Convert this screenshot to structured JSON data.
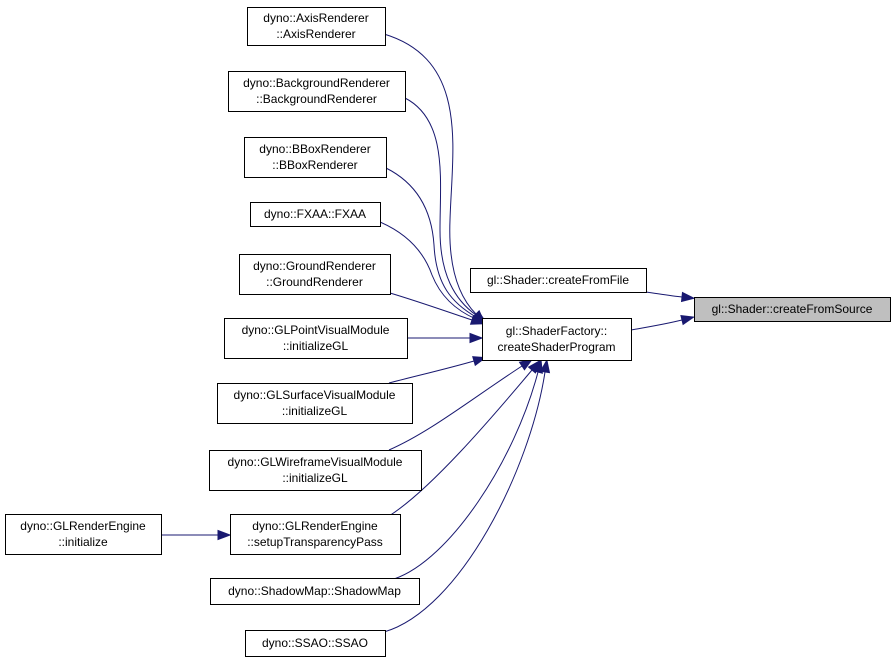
{
  "colors": {
    "edge": "#191970",
    "node_fill": "#ffffff",
    "root_fill": "#bfbfbf",
    "node_border": "#000000"
  },
  "nodes": {
    "root": {
      "lines": [
        "gl::Shader::createFromSource"
      ]
    },
    "createFromFile": {
      "lines": [
        "gl::Shader::createFromFile"
      ]
    },
    "factory": {
      "lines": [
        "gl::ShaderFactory::",
        "createShaderProgram"
      ]
    },
    "axis": {
      "lines": [
        "dyno::AxisRenderer",
        "::AxisRenderer"
      ]
    },
    "background": {
      "lines": [
        "dyno::BackgroundRenderer",
        "::BackgroundRenderer"
      ]
    },
    "bbox": {
      "lines": [
        "dyno::BBoxRenderer",
        "::BBoxRenderer"
      ]
    },
    "fxaa": {
      "lines": [
        "dyno::FXAA::FXAA"
      ]
    },
    "ground": {
      "lines": [
        "dyno::GroundRenderer",
        "::GroundRenderer"
      ]
    },
    "glpoint": {
      "lines": [
        "dyno::GLPointVisualModule",
        "::initializeGL"
      ]
    },
    "glsurface": {
      "lines": [
        "dyno::GLSurfaceVisualModule",
        "::initializeGL"
      ]
    },
    "glwire": {
      "lines": [
        "dyno::GLWireframeVisualModule",
        "::initializeGL"
      ]
    },
    "setupTransp": {
      "lines": [
        "dyno::GLRenderEngine",
        "::setupTransparencyPass"
      ]
    },
    "engineInit": {
      "lines": [
        "dyno::GLRenderEngine",
        "::initialize"
      ]
    },
    "shadowmap": {
      "lines": [
        "dyno::ShadowMap::ShadowMap"
      ]
    },
    "ssao": {
      "lines": [
        "dyno::SSAO::SSAO"
      ]
    }
  },
  "edges": [
    {
      "from": "createFromFile",
      "to": "root"
    },
    {
      "from": "factory",
      "to": "root"
    },
    {
      "from": "axis",
      "to": "factory"
    },
    {
      "from": "background",
      "to": "factory"
    },
    {
      "from": "bbox",
      "to": "factory"
    },
    {
      "from": "fxaa",
      "to": "factory"
    },
    {
      "from": "ground",
      "to": "factory"
    },
    {
      "from": "glpoint",
      "to": "factory"
    },
    {
      "from": "glsurface",
      "to": "factory"
    },
    {
      "from": "glwire",
      "to": "factory"
    },
    {
      "from": "setupTransp",
      "to": "factory"
    },
    {
      "from": "shadowmap",
      "to": "factory"
    },
    {
      "from": "ssao",
      "to": "factory"
    },
    {
      "from": "engineInit",
      "to": "setupTransp"
    }
  ]
}
